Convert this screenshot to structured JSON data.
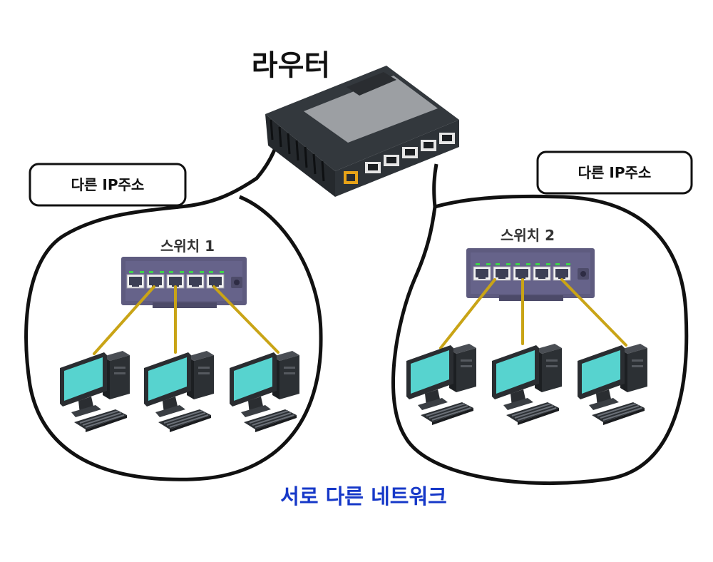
{
  "router": {
    "label": "라우터"
  },
  "networks": [
    {
      "ip_label": "다른 IP주소",
      "switch_label": "스위치 1"
    },
    {
      "ip_label": "다른 IP주소",
      "switch_label": "스위치 2"
    }
  ],
  "footer": {
    "label": "서로 다른 네트워크"
  },
  "colors": {
    "network_label": "#1638c8",
    "cable": "#c9a416",
    "switch_body": "#5e5b7f",
    "screen": "#57d3cf",
    "router_body": "#2b2f33"
  }
}
